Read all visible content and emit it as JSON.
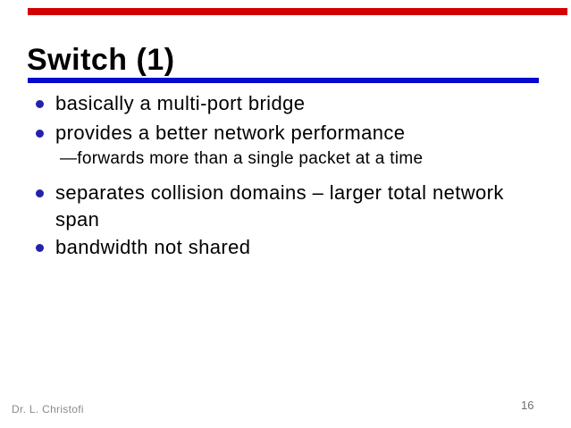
{
  "slide": {
    "background_color": "#ffffff",
    "top_accent_bar_color": "#d40000",
    "title": {
      "text": "Switch (1)",
      "color": "#000000",
      "rule_color": "#0707ce"
    },
    "bullets": {
      "dot_color": "#2222aa",
      "text_color": "#000000",
      "items": [
        {
          "level": 1,
          "text": "basically a multi-port bridge"
        },
        {
          "level": 1,
          "text": "provides a better network performance"
        },
        {
          "level": 2,
          "text": "—forwards more than a single packet at a time"
        },
        {
          "level": 1,
          "text": "separates collision domains – larger total network span"
        },
        {
          "level": 1,
          "text": "bandwidth not shared"
        }
      ]
    },
    "footer": {
      "author": "Dr. L. Christofi",
      "page_number": "16"
    }
  }
}
